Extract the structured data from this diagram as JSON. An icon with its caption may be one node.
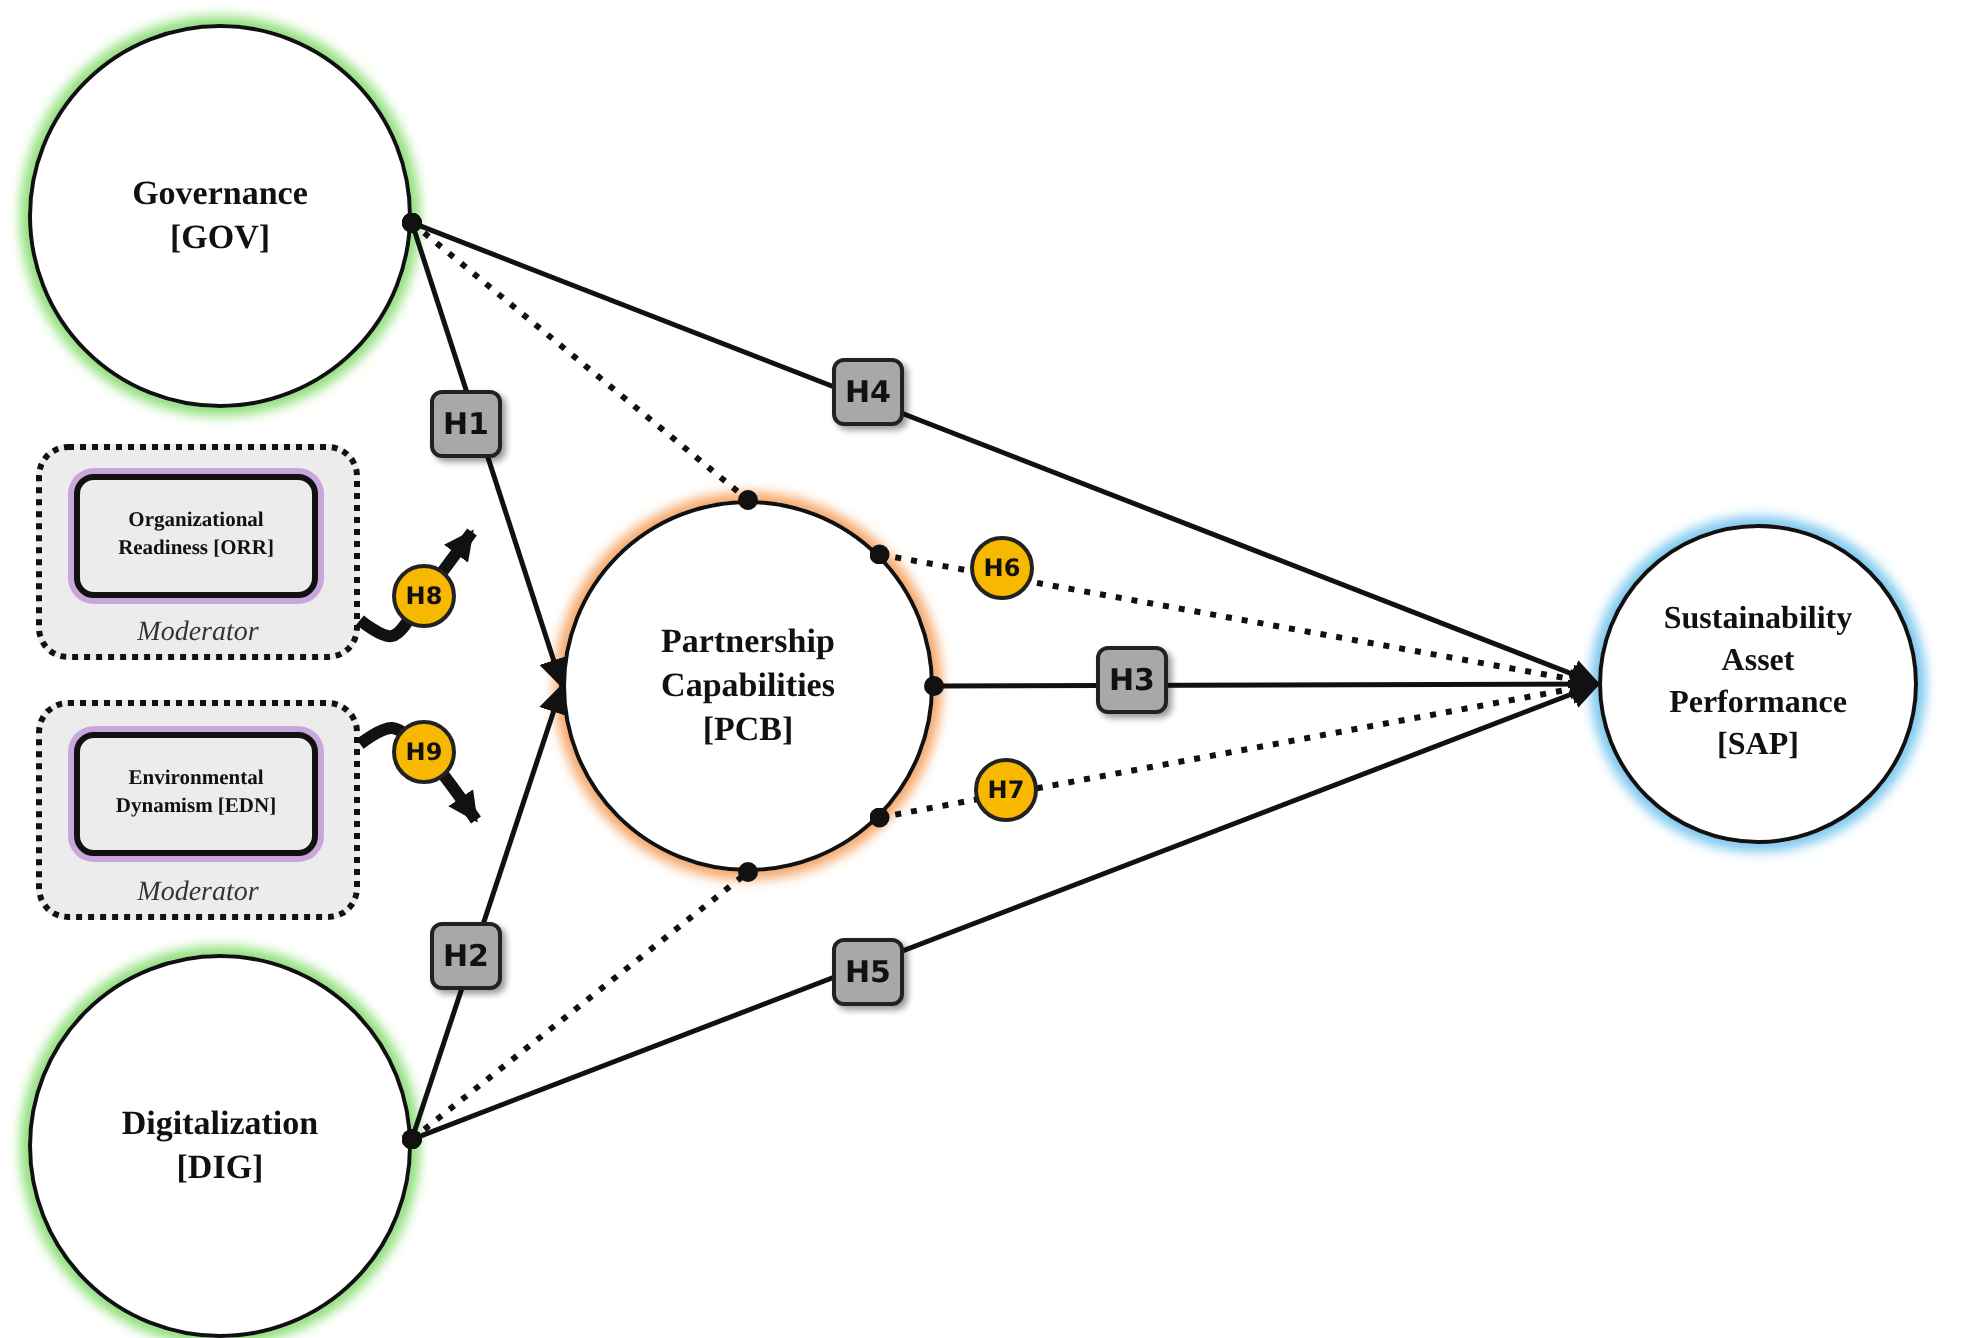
{
  "diagram": {
    "nodes": [
      {
        "text": [
          "Governance [GOV]"
        ]
      },
      {
        "text": [
          "Moderator"
        ]
      },
      {
        "text": [
          "Organizational Readiness [ORR]"
        ],
        "in": 1
      },
      {
        "text": [
          "Moderator"
        ]
      },
      {
        "text": [
          "Environmental Dynamism [EDN]"
        ],
        "in": 3
      },
      {
        "text": [
          "Partnership Capabilities [PCB]"
        ]
      },
      {
        "text": [
          "Digitalization [DIG]"
        ]
      },
      {
        "text": [
          "Sustainability Asset Performance [SAP]"
        ]
      }
    ],
    "edges": [
      {
        "from": 0,
        "to": 5,
        "arrow": "to",
        "label": "H1"
      },
      {
        "from": 6,
        "to": 5,
        "arrow": "to",
        "label": "H2"
      },
      {
        "from": 5,
        "to": 7,
        "arrow": "to",
        "label": "H3"
      },
      {
        "from": 0,
        "to": 7,
        "arrow": "to",
        "label": "H4"
      },
      {
        "from": 6,
        "to": 7,
        "arrow": "to",
        "label": "H5"
      },
      {
        "from": 5,
        "to": 7,
        "arrow": "to",
        "label": "H6",
        "style": "dashed"
      },
      {
        "from": 5,
        "to": 7,
        "arrow": "to",
        "label": "H7",
        "style": "dashed"
      },
      {
        "from": 0,
        "to": 5,
        "arrow": "other",
        "style": "dashed"
      },
      {
        "from": 6,
        "to": 5,
        "arrow": "other",
        "style": "dashed"
      },
      {
        "from": 1,
        "to": null,
        "arrow": "to",
        "label": "H8",
        "style": "thick"
      },
      {
        "from": 3,
        "to": null,
        "arrow": "to",
        "label": "H9",
        "style": "thick"
      }
    ]
  }
}
